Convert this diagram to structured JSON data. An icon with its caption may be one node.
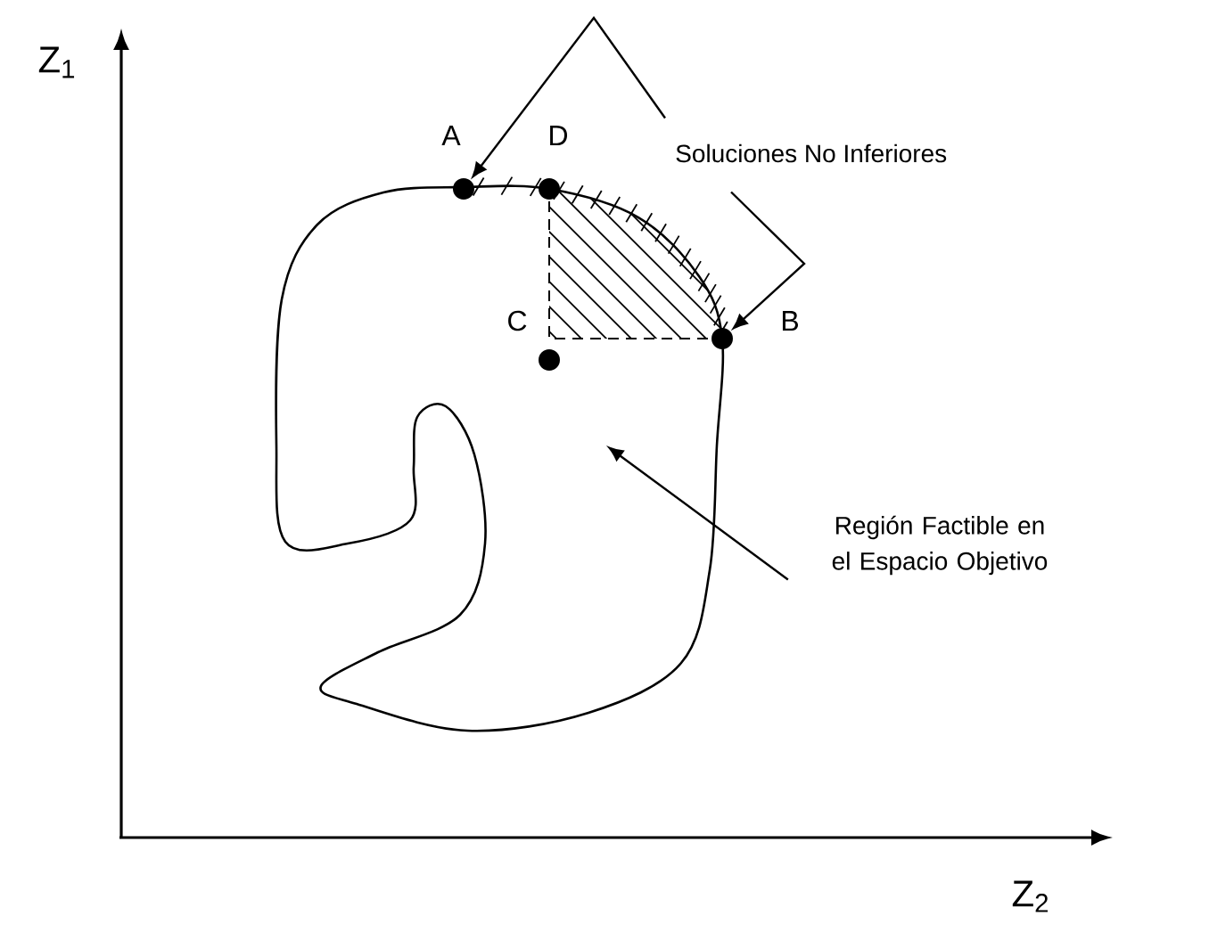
{
  "diagram": {
    "nodes": [
      {
        "text": [
          "Soluciones No Inferiores"
        ]
      },
      {
        "text": [],
        "shape": "circle",
        "beside": [
          "A"
        ]
      },
      {
        "text": [],
        "shape": "circle",
        "beside": [
          "D"
        ]
      },
      {
        "text": [],
        "shape": "circle",
        "beside": [
          "C"
        ]
      },
      {
        "text": [],
        "shape": "circle",
        "beside": [
          "B"
        ]
      },
      {
        "text": [
          "Región Factible en el Espacio Objetivo"
        ]
      }
    ],
    "edges": [
      {
        "from": 0,
        "to": 1,
        "arrow": "to"
      },
      {
        "from": 0,
        "to": 4,
        "arrow": "to"
      },
      {
        "from": 5,
        "to": null,
        "arrow": "to"
      }
    ],
    "labels": [
      "Z$_{1}$",
      "Z$_{2}$"
    ]
  }
}
